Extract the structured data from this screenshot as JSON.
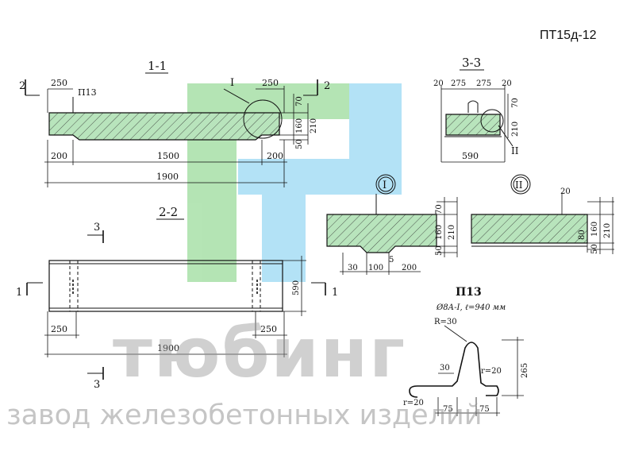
{
  "header": {
    "product_code": "ПТ15д-12"
  },
  "watermark": {
    "brand": "тюбинг",
    "subtitle": "завод железобетонных изделий"
  },
  "colors": {
    "logo_green": "#a8e0a8",
    "logo_blue": "#a6ddf5",
    "line": "#111111",
    "hatch_fill": "#b8e4bc"
  },
  "section_1_1": {
    "title": "1-1",
    "cut_left": "2",
    "cut_right": "2",
    "detail_callout": "I",
    "bar_label": "П13",
    "dims": {
      "left_top": "250",
      "right_top": "250",
      "h70": "70",
      "h160": "160",
      "h50": "50",
      "h210": "210",
      "left_bottom": "200",
      "middle": "1500",
      "right_bottom": "200",
      "overall": "1900"
    }
  },
  "section_3_3": {
    "title": "3-3",
    "dims": {
      "a": "20",
      "b": "275",
      "c": "275",
      "d": "20",
      "h70": "70",
      "h210": "210",
      "width": "590"
    },
    "detail_callout": "II"
  },
  "section_2_2": {
    "title": "2-2",
    "cut_top": "3",
    "cut_bottom": "3",
    "cut_left": "1",
    "cut_right": "1",
    "dims": {
      "left": "250",
      "right": "250",
      "height": "590",
      "overall": "1900"
    }
  },
  "detail_I": {
    "label": "I",
    "dims": {
      "h70": "70",
      "h160": "160",
      "h210": "210",
      "h50": "50",
      "b30": "30",
      "b100": "100",
      "b5": "5",
      "b200": "200"
    }
  },
  "detail_II": {
    "label": "II",
    "dims": {
      "top": "20",
      "h80": "80",
      "h160": "160",
      "h50": "50",
      "h210": "210"
    }
  },
  "bar_P13": {
    "title": "П13",
    "spec": "Ø8А-I, ℓ=940 мм",
    "dims": {
      "R": "R=30",
      "r_right": "r=20",
      "r_left": "r=20",
      "w30": "30",
      "h265": "265",
      "b75a": "75",
      "b75b": "75"
    }
  }
}
